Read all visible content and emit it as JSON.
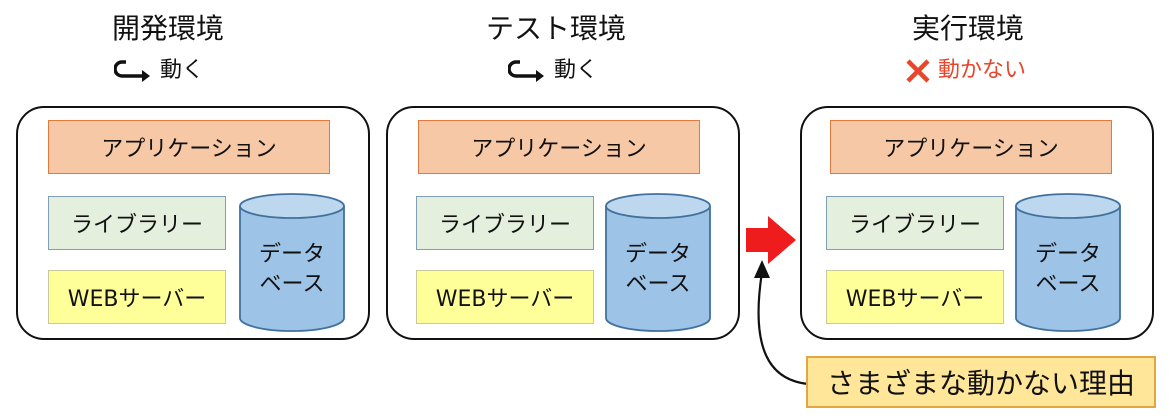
{
  "environments": [
    {
      "title": "開発環境",
      "status_icon": "return-arrow-icon",
      "status_text": "動く",
      "status_ok": true,
      "layers": {
        "application": "アプリケーション",
        "library": "ライブラリー",
        "web_server": "WEBサーバー",
        "database_line1": "データ",
        "database_line2": "ベース"
      }
    },
    {
      "title": "テスト環境",
      "status_icon": "return-arrow-icon",
      "status_text": "動く",
      "status_ok": true,
      "layers": {
        "application": "アプリケーション",
        "library": "ライブラリー",
        "web_server": "WEBサーバー",
        "database_line1": "データ",
        "database_line2": "ベース"
      }
    },
    {
      "title": "実行環境",
      "status_icon": "cross-icon",
      "status_text": "動かない",
      "status_ok": false,
      "layers": {
        "application": "アプリケーション",
        "library": "ライブラリー",
        "web_server": "WEBサーバー",
        "database_line1": "データ",
        "database_line2": "ベース"
      }
    }
  ],
  "transition_arrow": "right-arrow-icon",
  "callout": {
    "text": "さまざまな動かない理由",
    "pointer_icon": "curved-arrow-icon"
  },
  "colors": {
    "application_fill": "#f6c8a6",
    "application_border": "#e07a3f",
    "library_fill": "#e4efdd",
    "web_server_fill": "#ffff99",
    "database_fill": "#9dc3e6",
    "database_border": "#41719c",
    "error_red": "#e8452a",
    "arrow_red": "#ee1c1c",
    "callout_fill": "#ffe699",
    "callout_border": "#e2a742"
  }
}
